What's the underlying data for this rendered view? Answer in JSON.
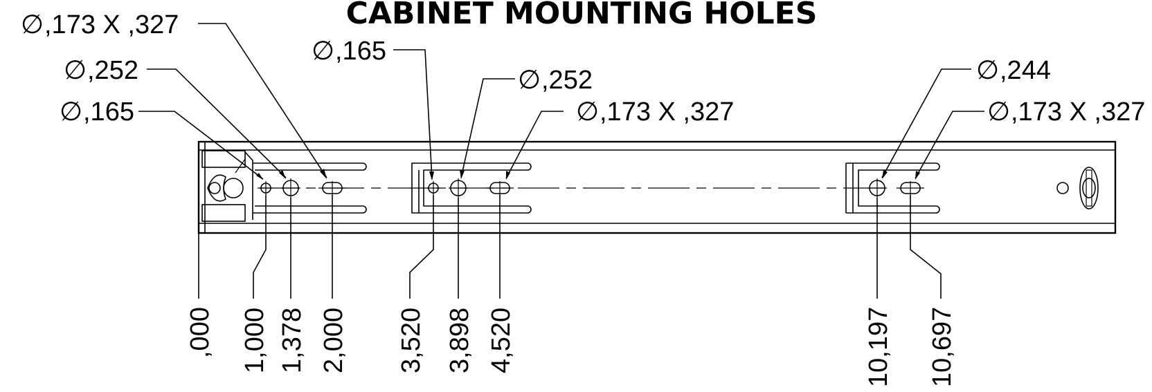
{
  "title": "CABINET MOUNTING HOLES",
  "diameter_symbol": "∅",
  "callouts": [
    {
      "id": "c1",
      "text": ",173 X ,327"
    },
    {
      "id": "c2",
      "text": ",252"
    },
    {
      "id": "c3",
      "text": ",165"
    },
    {
      "id": "c4",
      "text": ",165"
    },
    {
      "id": "c5",
      "text": ",252"
    },
    {
      "id": "c6",
      "text": ",173 X ,327"
    },
    {
      "id": "c7",
      "text": ",244"
    },
    {
      "id": "c8",
      "text": ",173 X ,327"
    }
  ],
  "dimensions": [
    ",000",
    "1,000",
    "1,378",
    "2,000",
    "3,520",
    "3,898",
    "4,520",
    "10,197",
    "10,697"
  ]
}
